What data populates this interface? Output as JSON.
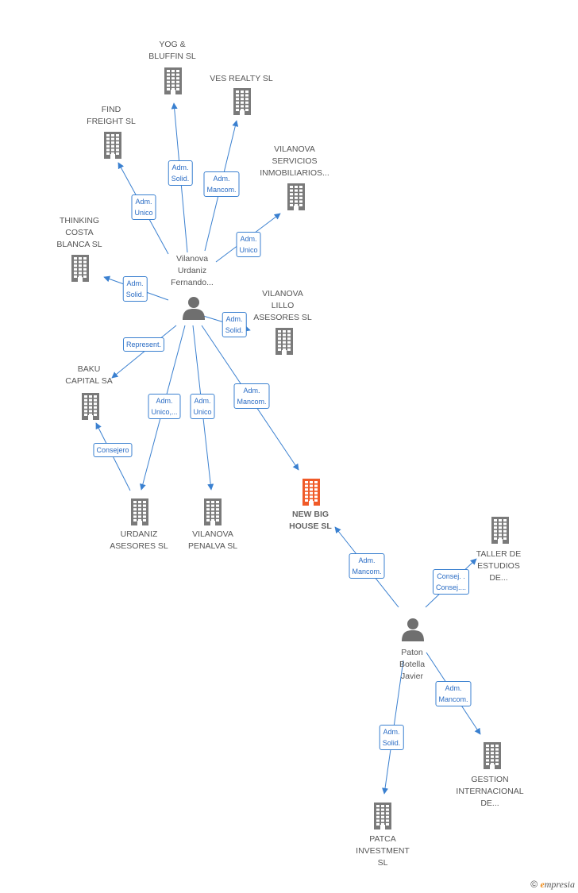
{
  "colors": {
    "edge": "#3a80d0",
    "building": "#7a7a7a",
    "building_focus": "#f05a28",
    "person": "#6f6f6f"
  },
  "nodes": [
    {
      "id": "yog",
      "type": "company",
      "label": "YOG &\nBLUFFIN  SL"
    },
    {
      "id": "ves",
      "type": "company",
      "label": "VES REALTY  SL"
    },
    {
      "id": "find",
      "type": "company",
      "label": "FIND\nFREIGHT  SL"
    },
    {
      "id": "vilserv",
      "type": "company",
      "label": "VILANOVA\nSERVICIOS\nINMOBILIARIOS..."
    },
    {
      "id": "thinking",
      "type": "company",
      "label": "THINKING\nCOSTA\nBLANCA  SL"
    },
    {
      "id": "vilanova_p",
      "type": "person",
      "label": "Vilanova\nUrdaniz\nFernando..."
    },
    {
      "id": "lillo",
      "type": "company",
      "label": "VILANOVA\nLILLO\nASESORES  SL"
    },
    {
      "id": "baku",
      "type": "company",
      "label": "BAKU\nCAPITAL SA"
    },
    {
      "id": "urdaniz",
      "type": "company",
      "label": "URDANIZ\nASESORES  SL"
    },
    {
      "id": "penalva",
      "type": "company",
      "label": "VILANOVA\nPENALVA  SL"
    },
    {
      "id": "newbig",
      "type": "focus",
      "label": "NEW BIG\nHOUSE  SL"
    },
    {
      "id": "taller",
      "type": "company",
      "label": "TALLER DE\nESTUDIOS\nDE..."
    },
    {
      "id": "paton_p",
      "type": "person",
      "label": "Paton\nBotella\nJavier"
    },
    {
      "id": "gestion",
      "type": "company",
      "label": "GESTION\nINTERNACIONAL\nDE..."
    },
    {
      "id": "patca",
      "type": "company",
      "label": "PATCA\nINVESTMENT\nSL"
    }
  ],
  "edges": [
    {
      "from": "vilanova_p",
      "to": "yog",
      "label": "Adm.\nSolid."
    },
    {
      "from": "vilanova_p",
      "to": "ves",
      "label": "Adm.\nMancom."
    },
    {
      "from": "vilanova_p",
      "to": "find",
      "label": "Adm.\nUnico"
    },
    {
      "from": "vilanova_p",
      "to": "vilserv",
      "label": "Adm.\nUnico"
    },
    {
      "from": "vilanova_p",
      "to": "thinking",
      "label": "Adm.\nSolid."
    },
    {
      "from": "vilanova_p",
      "to": "lillo",
      "label": "Adm.\nSolid."
    },
    {
      "from": "vilanova_p",
      "to": "baku",
      "label": "Represent."
    },
    {
      "from": "vilanova_p",
      "to": "urdaniz",
      "label": "Adm.\nUnico,..."
    },
    {
      "from": "vilanova_p",
      "to": "penalva",
      "label": "Adm.\nUnico"
    },
    {
      "from": "vilanova_p",
      "to": "newbig",
      "label": "Adm.\nMancom."
    },
    {
      "from": "urdaniz",
      "to": "baku",
      "label": "Consejero"
    },
    {
      "from": "paton_p",
      "to": "newbig",
      "label": "Adm.\nMancom."
    },
    {
      "from": "paton_p",
      "to": "taller",
      "label": "Consej. .\nConsej...."
    },
    {
      "from": "paton_p",
      "to": "gestion",
      "label": "Adm.\nMancom."
    },
    {
      "from": "paton_p",
      "to": "patca",
      "label": "Adm.\nSolid."
    }
  ],
  "footer": {
    "copyright": "©",
    "brand_initial": "e",
    "brand_rest": "mpresia"
  }
}
